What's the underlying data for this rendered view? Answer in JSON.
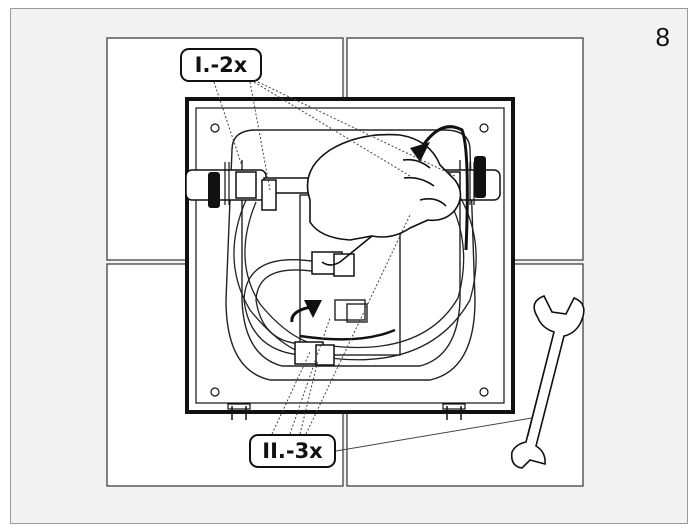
{
  "step": {
    "number": "8"
  },
  "callouts": [
    {
      "label": "I.-2x"
    },
    {
      "label": "II.-3x"
    }
  ],
  "icons": {
    "tool": "open-end-wrench-icon",
    "rotation": "rotate-arrow-icon"
  },
  "colors": {
    "line": "#111111",
    "background": "#f2f2f2",
    "wall": "#ffffff"
  }
}
